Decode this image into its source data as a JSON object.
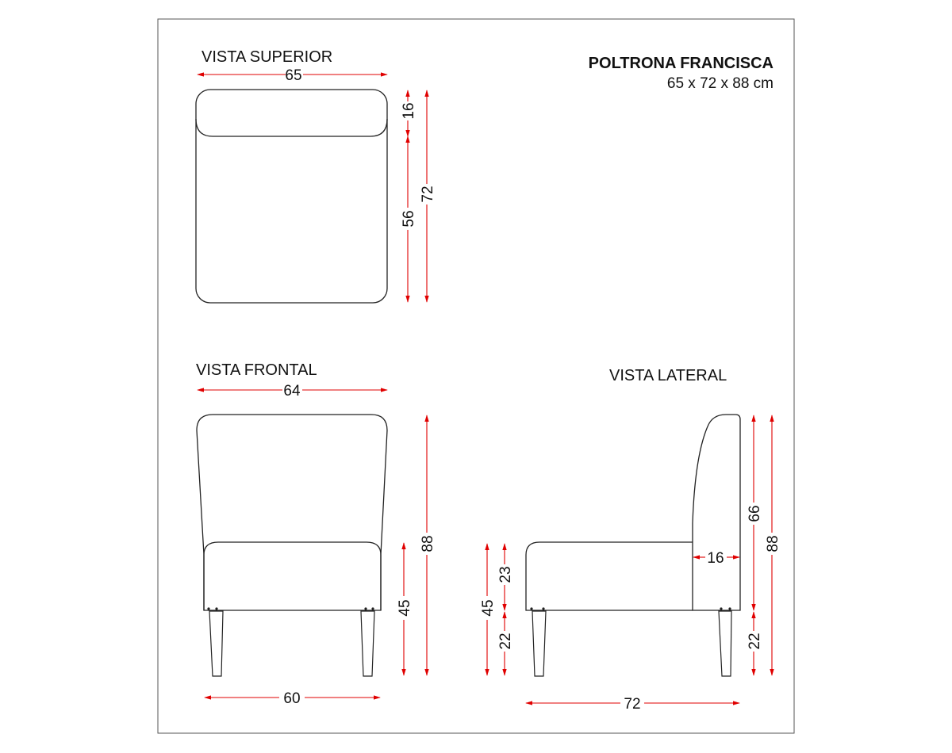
{
  "product": {
    "name": "POLTRONA FRANCISCA",
    "dimensions": "65 x 72 x 88 cm"
  },
  "views": {
    "top": {
      "title": "VISTA SUPERIOR",
      "width": "65",
      "back_depth": "16",
      "seat_depth": "56",
      "total_depth": "72"
    },
    "front": {
      "title": "VISTA FRONTAL",
      "width": "64",
      "seat_height": "45",
      "total_height": "88",
      "leg_span": "60"
    },
    "side": {
      "title": "VISTA LATERAL",
      "seat_height": "45",
      "cushion_height": "23",
      "leg_height": "22",
      "back_thickness": "16",
      "back_height": "66",
      "total_height": "88",
      "rear_leg_height": "22",
      "depth": "72"
    }
  },
  "colors": {
    "dimension": "#e00000",
    "outline": "#222222"
  }
}
